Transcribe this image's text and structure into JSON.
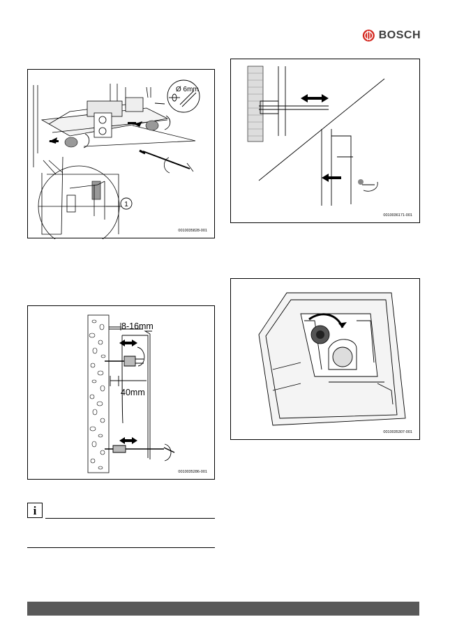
{
  "header": {
    "brand": "BOSCH"
  },
  "figure1": {
    "code": "0010035828-001",
    "diameter_label": "Ø 6mm",
    "callout": "1"
  },
  "figure2": {
    "code": "0010035286-001",
    "dim_gap": "8-16mm",
    "dim_depth": "40mm"
  },
  "figure3": {
    "code": "0010036171-001"
  },
  "figure4": {
    "code": "0010035307-001"
  },
  "note": {
    "icon": "info-icon",
    "text": "i"
  },
  "colors": {
    "footer_bar": "#595959",
    "logo_red": "#d4271e"
  }
}
